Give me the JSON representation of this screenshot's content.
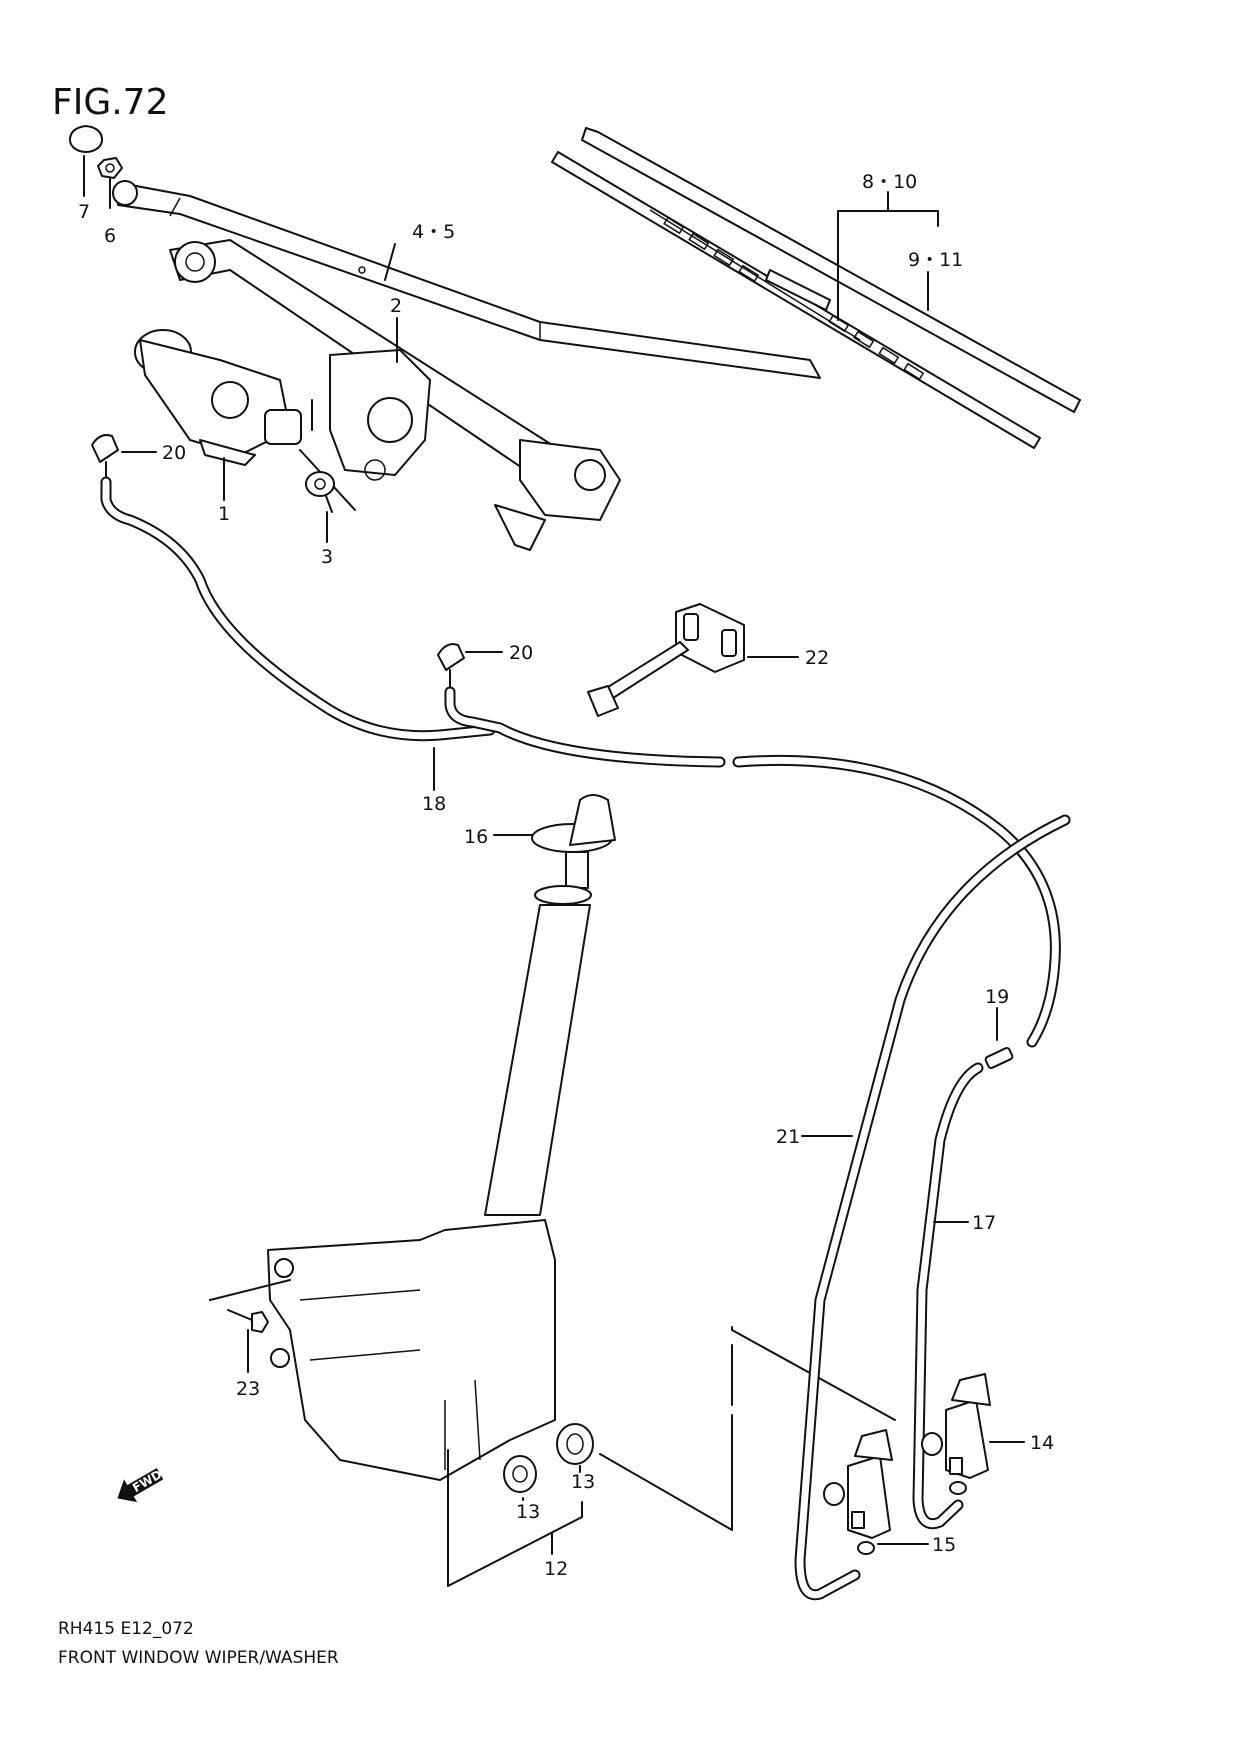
{
  "figure": {
    "title": "FIG.72",
    "code": "RH415 E12_072",
    "caption": "FRONT WINDOW WIPER/WASHER"
  },
  "fwd_badge": "FWD",
  "callouts": {
    "c1": "1",
    "c2": "2",
    "c3": "3",
    "c45": "4・5",
    "c6": "6",
    "c7": "7",
    "c810": "8・10",
    "c911": "9・11",
    "c12": "12",
    "c13a": "13",
    "c13b": "13",
    "c14": "14",
    "c15": "15",
    "c16": "16",
    "c17": "17",
    "c18": "18",
    "c19": "19",
    "c20a": "20",
    "c20b": "20",
    "c21": "21",
    "c22": "22",
    "c23": "23"
  }
}
